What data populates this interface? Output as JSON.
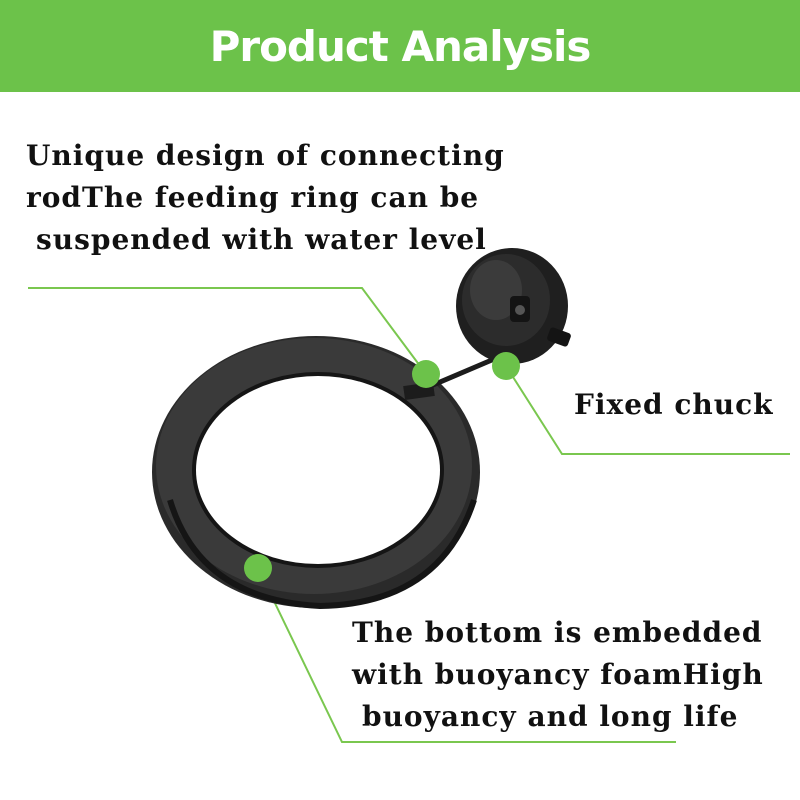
{
  "header": {
    "title": "Product Analysis"
  },
  "callouts": {
    "connecting_rod": {
      "lines": [
        "Unique design of connecting",
        "rodThe feeding ring can be",
        "suspended with water level"
      ]
    },
    "fixed_chuck": {
      "lines": [
        "Fixed chuck"
      ]
    },
    "buoyancy_foam": {
      "lines": [
        "The bottom is embedded",
        "with buoyancy foamHigh",
        "buoyancy and long life"
      ]
    }
  },
  "colors": {
    "banner_bg": "#6cc24a",
    "leader_line": "#7ac74f",
    "marker_dot": "#6cc24a",
    "ring_body": "#2a2a2a",
    "ring_face": "#3a3a3a",
    "suction_cup": "#1f1f1f"
  }
}
